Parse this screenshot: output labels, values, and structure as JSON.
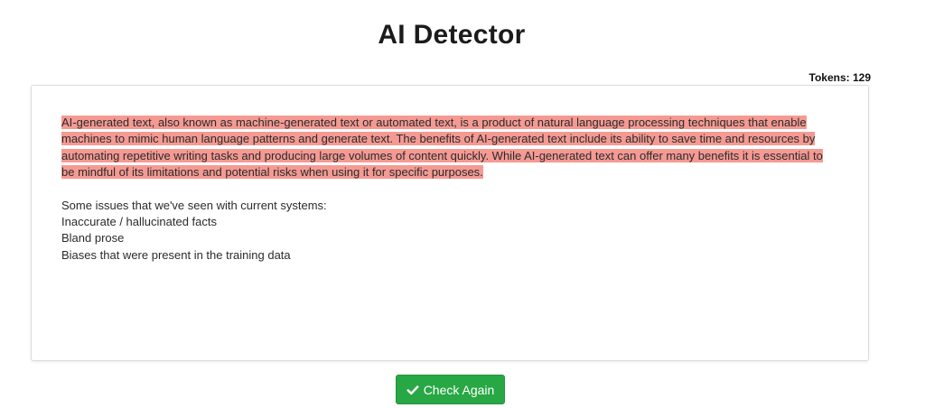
{
  "page": {
    "title": "AI Detector",
    "tokens_label": "Tokens: 129"
  },
  "editor": {
    "highlighted_lines": [
      "AI-generated text, also known as machine-generated text or automated text, is a product of natural language processing techniques that enable",
      "machines to mimic human language patterns and generate text. The benefits of AI-generated text include its ability to save time and resources by",
      "automating repetitive writing tasks and producing large volumes of content quickly. While AI-generated text can offer many benefits it is essential to",
      "be mindful of its limitations and potential risks when using it for specific purposes."
    ],
    "plain_lines": [
      "Some issues that we've seen with current systems:",
      "Inaccurate / hallucinated facts",
      "Bland prose",
      "Biases that were present in the training data"
    ],
    "highlight_color": "#f59a93"
  },
  "actions": {
    "check_again_label": "Check Again",
    "check_again_icon": "check-icon",
    "button_color": "#28a745"
  }
}
